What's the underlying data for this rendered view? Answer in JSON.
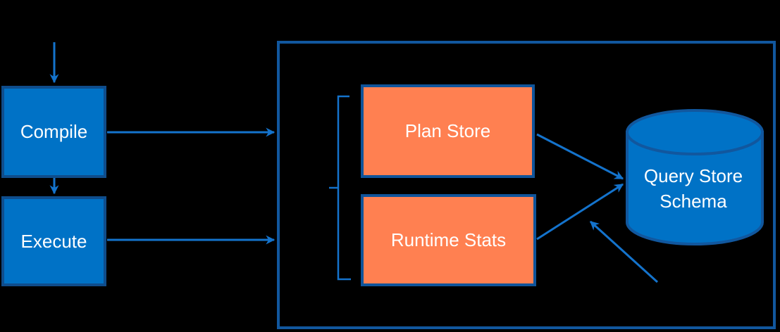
{
  "diagram": {
    "nodes": {
      "compile": {
        "label": "Compile"
      },
      "execute": {
        "label": "Execute"
      },
      "plan_store": {
        "label": "Plan Store"
      },
      "runtime_stats": {
        "label": "Runtime Stats"
      },
      "query_store_schema": {
        "label": "Query Store Schema"
      }
    }
  },
  "colors": {
    "bg": "#000000",
    "blue_fill": "#0072C6",
    "blue_border": "#0F4D8C",
    "orange_fill": "#FF8051",
    "orange_border": "#0F549A",
    "outer_border": "#11579E",
    "arrow": "#1473CC",
    "text": "#FFFFFF"
  }
}
